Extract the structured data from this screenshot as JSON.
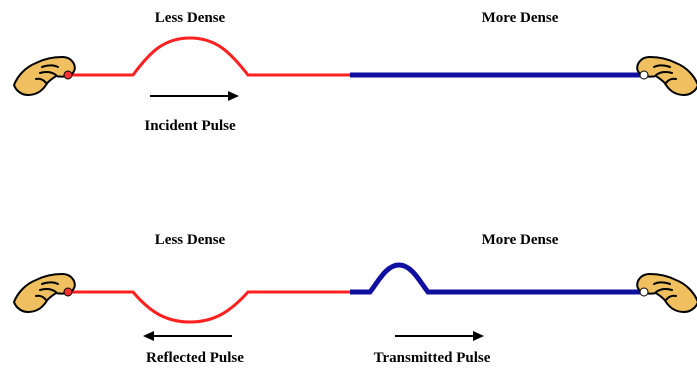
{
  "colors": {
    "less_dense_rope": "#ff2020",
    "more_dense_rope": "#1010a0",
    "hand": "#f0c060",
    "arrow": "#000000"
  },
  "diagram": {
    "incident": {
      "left_medium_label": "Less Dense",
      "right_medium_label": "More Dense",
      "pulse_label": "Incident Pulse",
      "pulse_direction": "right"
    },
    "reflection": {
      "left_medium_label": "Less Dense",
      "right_medium_label": "More Dense",
      "reflected_label": "Reflected Pulse",
      "reflected_direction": "left",
      "transmitted_label": "Transmitted Pulse",
      "transmitted_direction": "right"
    },
    "icons": [
      "hand-icon",
      "arrow-right-icon",
      "arrow-left-icon"
    ]
  }
}
